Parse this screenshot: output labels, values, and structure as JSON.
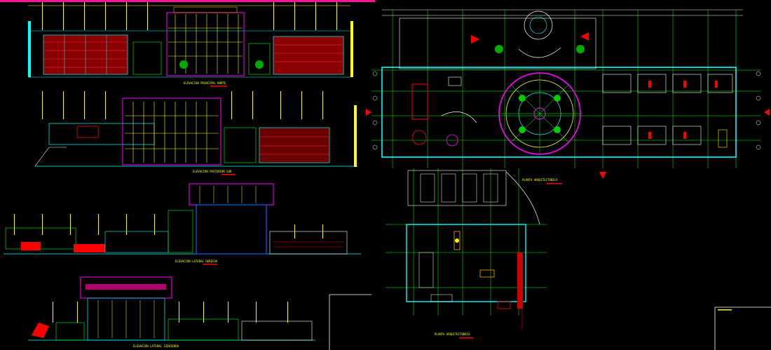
{
  "drawing": {
    "background": "#000000",
    "accent": "#ff1493",
    "palette": [
      "#ffff00",
      "#00ffff",
      "#00ff00",
      "#ff0000",
      "#ffffff",
      "#ff00ff",
      "#0066ff",
      "#ffaa00"
    ],
    "sheets": [
      {
        "id": "elev-front",
        "title": "ELEVACION PRINCIPAL NORTE"
      },
      {
        "id": "elev-back",
        "title": "ELEVACION POSTERIOR SUR"
      },
      {
        "id": "elev-side-right",
        "title": "ELEVACION LATERAL DERECHA"
      },
      {
        "id": "elev-side-left",
        "title": "ELEVACION LATERAL IZQUIERDA"
      },
      {
        "id": "plan-main",
        "title": "PLANTA ARQUITECTONICA"
      },
      {
        "id": "plan-annex",
        "title": "PLANTA ARQUITECTONICA"
      }
    ]
  }
}
